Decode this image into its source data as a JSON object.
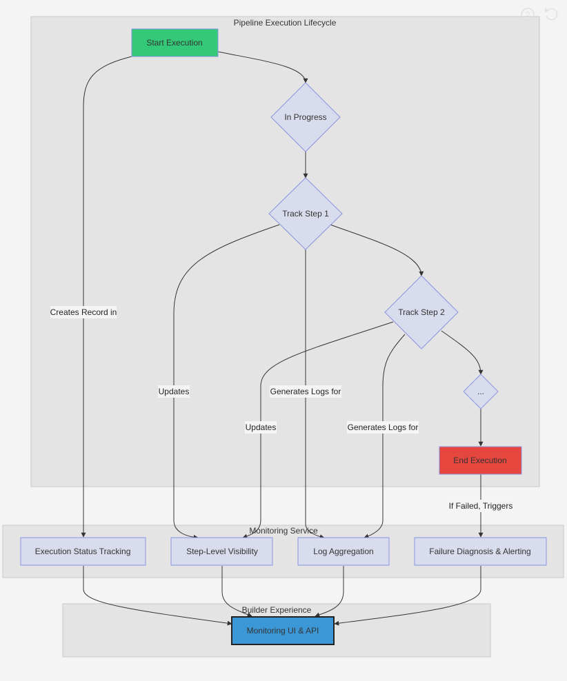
{
  "clusters": {
    "lifecycle": "Pipeline Execution Lifecycle",
    "monitoring": "Monitoring Service",
    "builder": "Builder Experience"
  },
  "nodes": {
    "start": "Start Execution",
    "in_progress": "In Progress",
    "track1": "Track Step 1",
    "track2": "Track Step 2",
    "ellipsis": "...",
    "end": "End Execution",
    "status_tracking": "Execution Status Tracking",
    "step_visibility": "Step-Level Visibility",
    "log_aggregation": "Log Aggregation",
    "failure_diagnosis": "Failure Diagnosis & Alerting",
    "monitoring_ui": "Monitoring UI & API"
  },
  "edge_labels": {
    "creates_record": "Creates Record in",
    "updates_1": "Updates",
    "generates_logs_1": "Generates Logs for",
    "updates_2": "Updates",
    "generates_logs_2": "Generates Logs for",
    "if_failed": "If Failed, Triggers"
  },
  "colors": {
    "start": "#33c978",
    "end": "#e5473f",
    "monitoring_ui": "#3b97d6",
    "node": "#d8dcec",
    "node_border": "#8a93e0"
  },
  "icons": {
    "help": "question-circle-icon",
    "reset": "reset-icon"
  }
}
